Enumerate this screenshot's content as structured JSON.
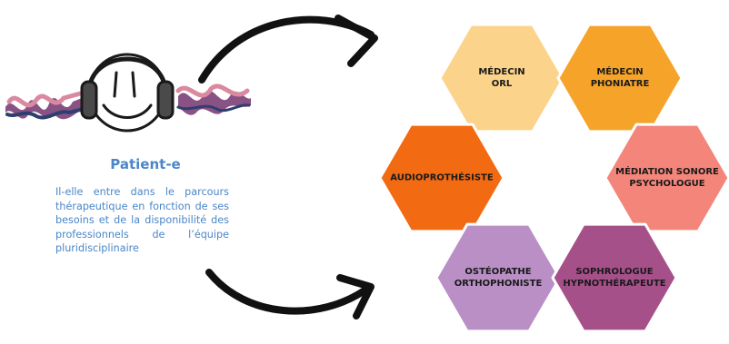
{
  "patient": {
    "title": "Patient-e",
    "description": "Il-elle entre dans le parcours thérapeutique en fonction de ses besoins et de la disponibilité des professionnels de l’équipe pluridisciplinaire"
  },
  "colors": {
    "text_blue": "#4a86c8",
    "wave_purple": "#7b3f78",
    "wave_pink": "#d98aa0",
    "wave_navy": "#2e3f6e"
  },
  "icons": [
    "headphones-face-icon",
    "sound-wave-icon",
    "curved-arrow-icon"
  ],
  "professionals": [
    {
      "id": "medecin-orl",
      "line1": "MÉDECIN",
      "line2": "ORL",
      "color": "#fcd38a"
    },
    {
      "id": "medecin-phoniatre",
      "line1": "MÉDECIN",
      "line2": "PHONIATRE",
      "color": "#f6a32a"
    },
    {
      "id": "audioprothesiste",
      "line1": "AUDIOPROTHÉSISTE",
      "line2": "",
      "color": "#f26a12"
    },
    {
      "id": "mediation-sonore",
      "line1": "MÉDIATION SONORE",
      "line2": "PSYCHOLOGUE",
      "color": "#f3857a"
    },
    {
      "id": "osteopathe",
      "line1": "OSTÉOPATHE",
      "line2": "ORTHOPHONISTE",
      "color": "#b98fc6"
    },
    {
      "id": "sophrologue",
      "line1": "SOPHROLOGUE",
      "line2": "HYPNOTHÉRAPEUTE",
      "color": "#a6508a"
    }
  ]
}
